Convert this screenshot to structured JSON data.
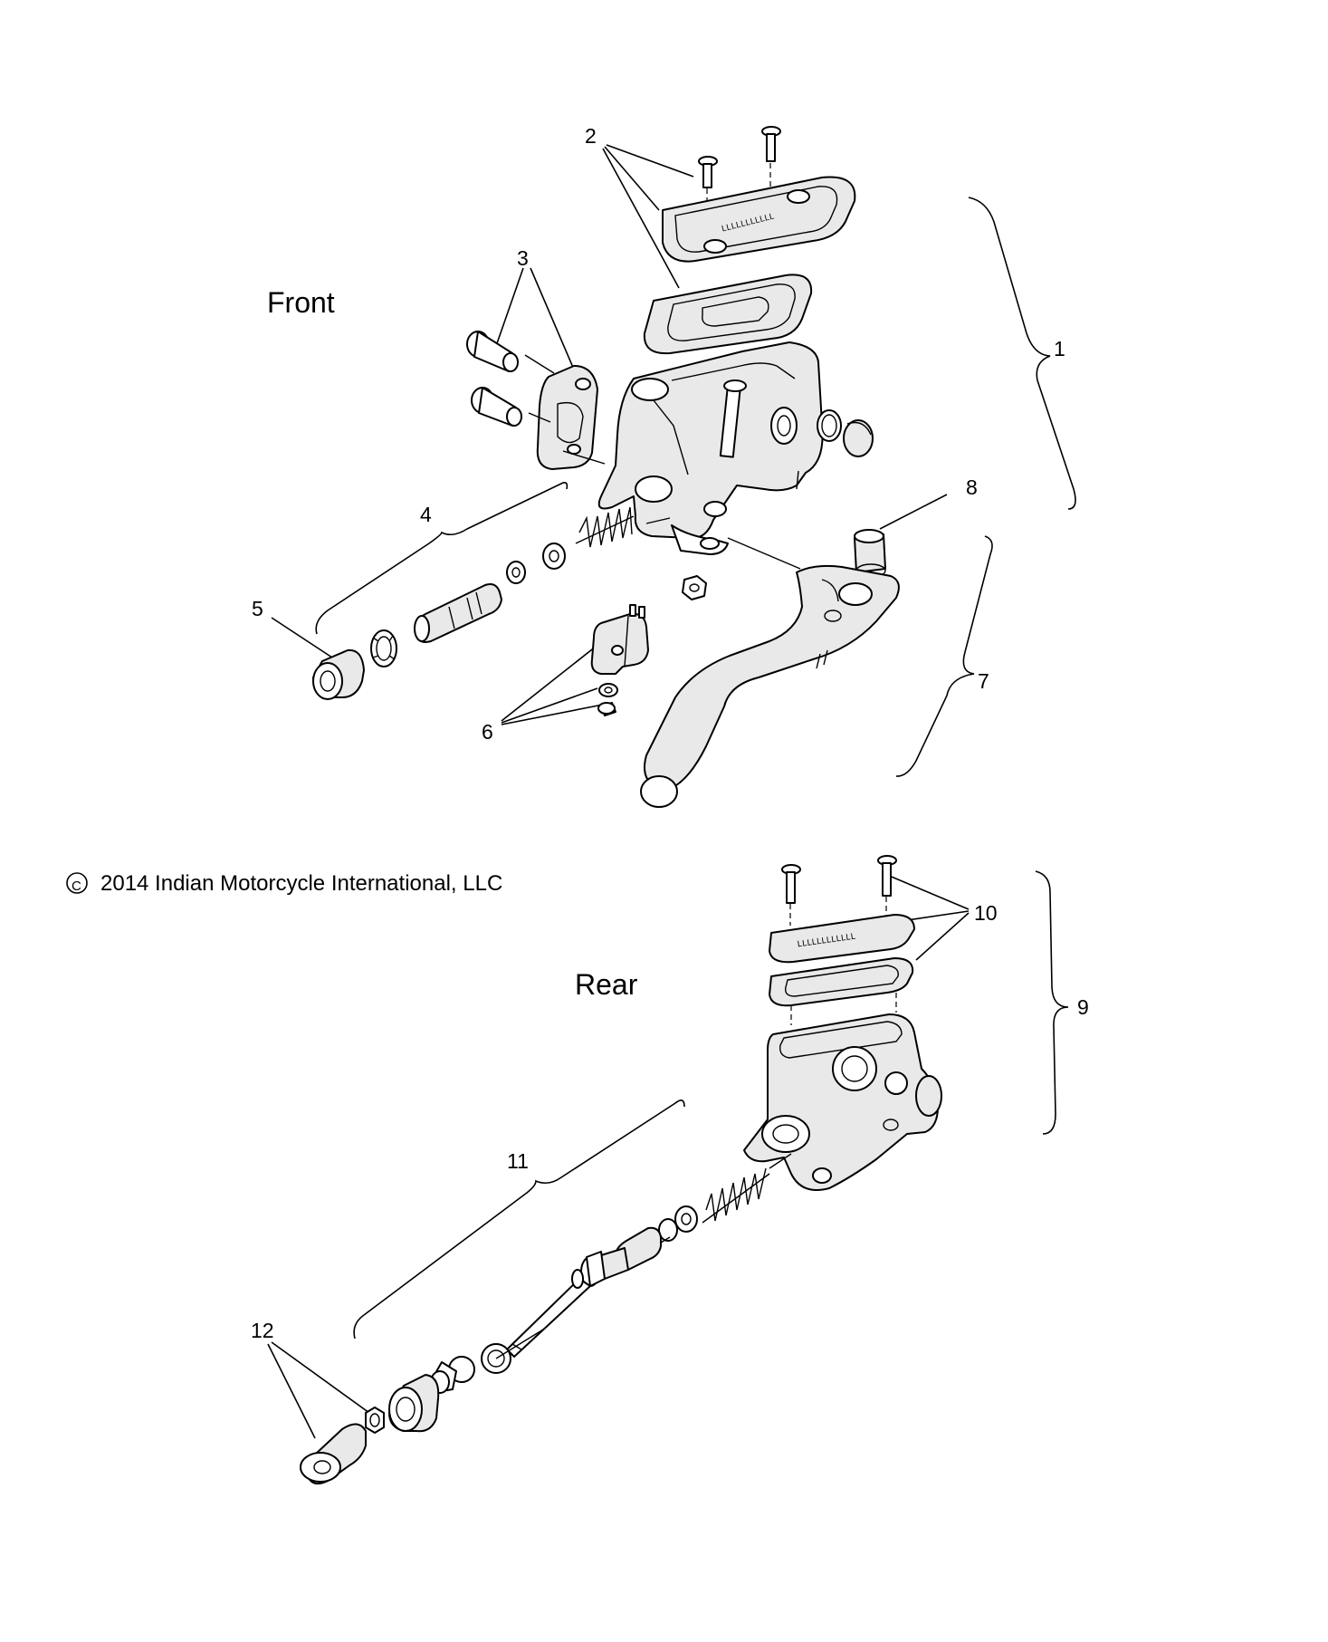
{
  "section_labels": {
    "front": "Front",
    "rear": "Rear"
  },
  "copyright": {
    "symbol": "©",
    "text": "2014 Indian Motorcycle International, LLC"
  },
  "callouts": [
    "1",
    "2",
    "3",
    "4",
    "5",
    "6",
    "7",
    "8",
    "9",
    "10",
    "11",
    "12"
  ]
}
